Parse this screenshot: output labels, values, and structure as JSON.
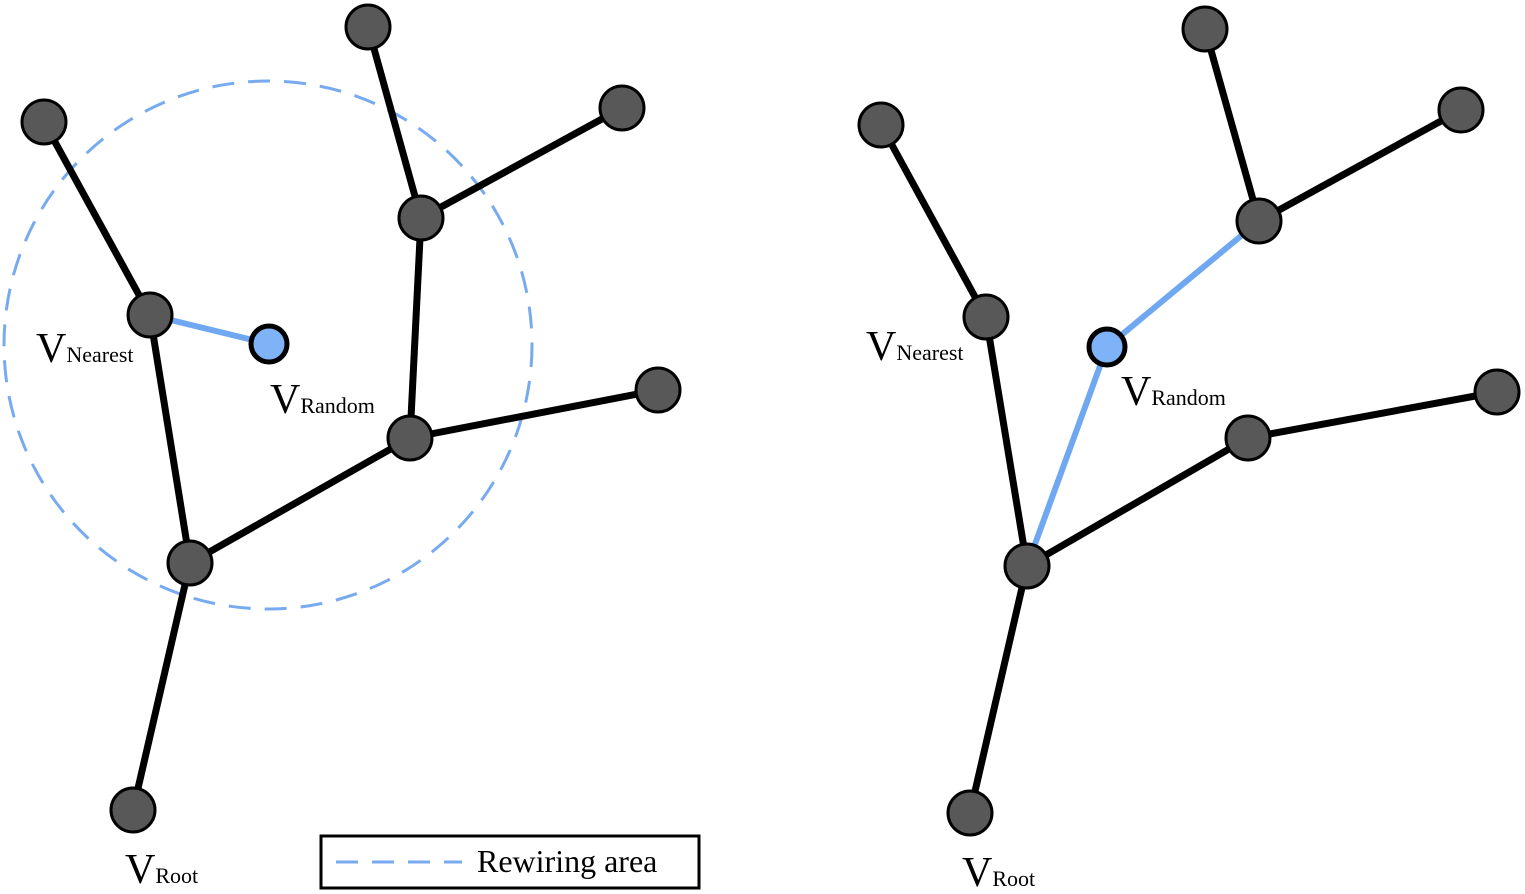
{
  "colors": {
    "node_fill": "#585858",
    "edge": "#000000",
    "highlight": "#6fa8f0",
    "random_node_fill": "#7eb3f7"
  },
  "labels": {
    "v_main": "V",
    "nearest_sub": "Nearest",
    "random_sub": "Random",
    "root_sub": "Root"
  },
  "legend": {
    "rewiring_area": "Rewiring area"
  }
}
